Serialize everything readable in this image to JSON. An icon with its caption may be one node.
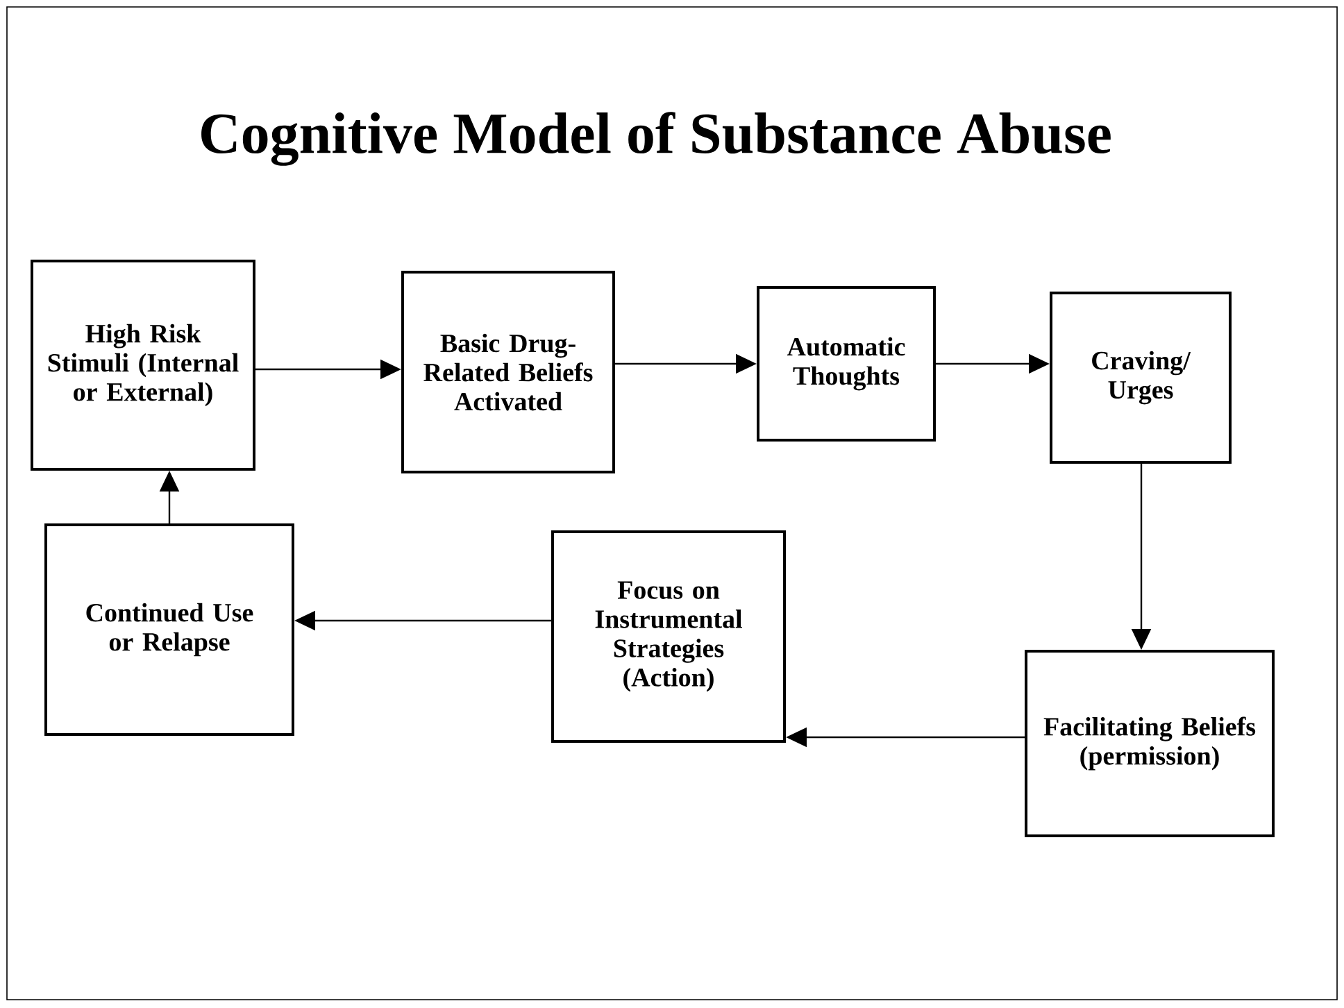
{
  "diagram": {
    "title": "Cognitive Model of Substance Abuse",
    "nodes": [
      {
        "text": [
          "High Risk Stimuli (Internal or External)"
        ]
      },
      {
        "text": [
          "Basic Drug-Related Beliefs Activated"
        ]
      },
      {
        "text": [
          "Automatic Thoughts"
        ]
      },
      {
        "text": [
          "Craving/ Urges"
        ]
      },
      {
        "text": [
          "Facilitating Beliefs (permission)"
        ]
      },
      {
        "text": [
          "Focus on Instrumental Strategies (Action)"
        ]
      },
      {
        "text": [
          "Continued Use or Relapse"
        ]
      }
    ],
    "edges": [
      {
        "from": 0,
        "to": 1,
        "arrow": "to"
      },
      {
        "from": 1,
        "to": 2,
        "arrow": "to"
      },
      {
        "from": 2,
        "to": 3,
        "arrow": "to"
      },
      {
        "from": 3,
        "to": 4,
        "arrow": "to"
      },
      {
        "from": 4,
        "to": 5,
        "arrow": "to"
      },
      {
        "from": 5,
        "to": 6,
        "arrow": "to"
      },
      {
        "from": 6,
        "to": 0,
        "arrow": "to"
      }
    ]
  }
}
